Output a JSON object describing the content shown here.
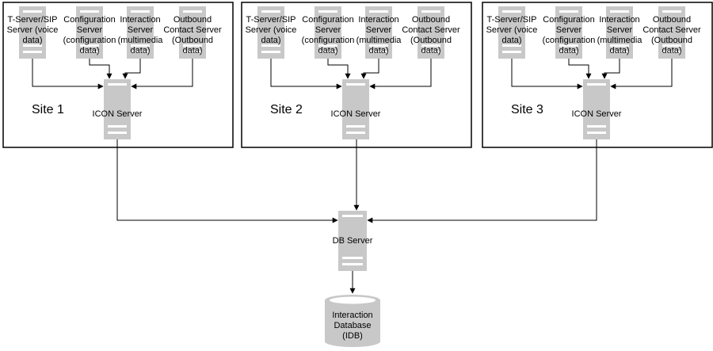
{
  "sites": [
    {
      "label": "Site 1",
      "icon_label": "ICON Server",
      "sources": [
        {
          "lines": [
            "T-Server/SIP",
            "Server (voice",
            "data)"
          ],
          "icon": "server-icon"
        },
        {
          "lines": [
            "Configuration",
            "Server",
            "(configuration",
            "data)"
          ],
          "icon": "server-icon"
        },
        {
          "lines": [
            "Interaction",
            "Server",
            "(multimedia",
            "data)"
          ],
          "icon": "server-icon"
        },
        {
          "lines": [
            "Outbound",
            "Contact Server",
            "(Outbound",
            "data)"
          ],
          "icon": "server-icon"
        }
      ]
    },
    {
      "label": "Site 2",
      "icon_label": "ICON Server",
      "sources": [
        {
          "lines": [
            "T-Server/SIP",
            "Server (voice",
            "data)"
          ],
          "icon": "server-icon"
        },
        {
          "lines": [
            "Configuration",
            "Server",
            "(configuration",
            "data)"
          ],
          "icon": "server-icon"
        },
        {
          "lines": [
            "Interaction",
            "Server",
            "(multimedia",
            "data)"
          ],
          "icon": "server-icon"
        },
        {
          "lines": [
            "Outbound",
            "Contact Server",
            "(Outbound",
            "data)"
          ],
          "icon": "server-icon"
        }
      ]
    },
    {
      "label": "Site 3",
      "icon_label": "ICON Server",
      "sources": [
        {
          "lines": [
            "T-Server/SIP",
            "Server (voice",
            "data)"
          ],
          "icon": "server-icon"
        },
        {
          "lines": [
            "Configuration",
            "Server",
            "(configuration",
            "data)"
          ],
          "icon": "server-icon"
        },
        {
          "lines": [
            "Interaction",
            "Server",
            "(multimedia",
            "data)"
          ],
          "icon": "server-icon"
        },
        {
          "lines": [
            "Outbound",
            "Contact Server",
            "(Outbound",
            "data)"
          ],
          "icon": "server-icon"
        }
      ]
    }
  ],
  "db_server": {
    "label": "DB Server",
    "icon": "server-icon"
  },
  "database": {
    "lines": [
      "Interaction",
      "Database",
      "(IDB)"
    ],
    "icon": "database-cylinder-icon"
  },
  "colors": {
    "server_fill": "#c8c8c8",
    "line": "#000000",
    "background": "#ffffff"
  }
}
